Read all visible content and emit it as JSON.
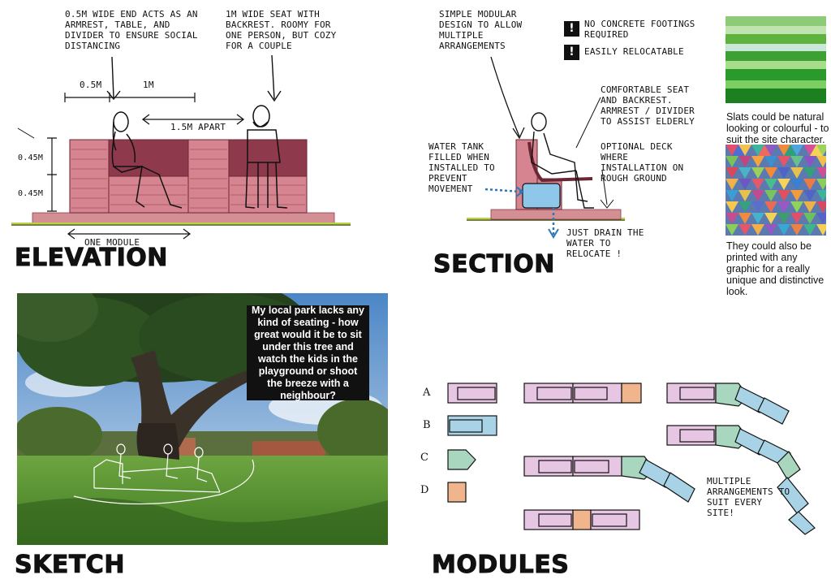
{
  "elevation": {
    "heading": "ELEVATION",
    "note_end": "0.5M WIDE END ACTS AS AN ARMREST, TABLE, AND DIVIDER TO ENSURE SOCIAL DISTANCING",
    "note_seat": "1M WIDE SEAT WITH BACKREST. ROOMY FOR ONE PERSON, BUT COZY FOR A COUPLE",
    "dim_half": "0.5M",
    "dim_one": "1M",
    "apart": "1.5M APART",
    "h1": "0.45M",
    "h2": "0.45M",
    "module": "ONE MODULE"
  },
  "section": {
    "heading": "SECTION",
    "note_modular": "SIMPLE MODULAR DESIGN TO ALLOW MULTIPLE ARRANGEMENTS",
    "flag1": "NO CONCRETE FOOTINGS REQUIRED",
    "flag2": "EASILY RELOCATABLE",
    "flag_icon": "!",
    "note_comfort": "COMFORTABLE SEAT AND BACKREST. ARMREST / DIVIDER TO ASSIST ELDERLY",
    "note_deck": "OPTIONAL DECK WHERE INSTALLATION ON ROUGH GROUND",
    "note_tank": "WATER TANK FILLED WHEN INSTALLED TO PREVENT MOVEMENT",
    "note_drain": "JUST DRAIN THE WATER TO RELOCATE !"
  },
  "side": {
    "slats_text": "Slats could be natural looking or colourful - to suit the site character.",
    "print_text": "They could also be printed with any graphic for a really unique and distinctive look."
  },
  "sketch": {
    "heading": "SKETCH",
    "callout": "My local park lacks any kind of seating - how great would it be to sit under this tree and watch the kids in the playground or shoot the breeze with a neighbour?"
  },
  "modules": {
    "heading": "MODULES",
    "labels": [
      "A",
      "B",
      "C",
      "D"
    ],
    "note": "MULTIPLE ARRANGEMENTS TO SUIT EVERY SITE!"
  },
  "colors": {
    "brick": "#c9707e",
    "brick_dark": "#8e3a4c",
    "grass": "#b8d24a",
    "pink": "#e6c6e2",
    "blue": "#a8d3e6",
    "green": "#a9d6bf",
    "orange": "#f0b58c",
    "water": "#2a78b8"
  }
}
